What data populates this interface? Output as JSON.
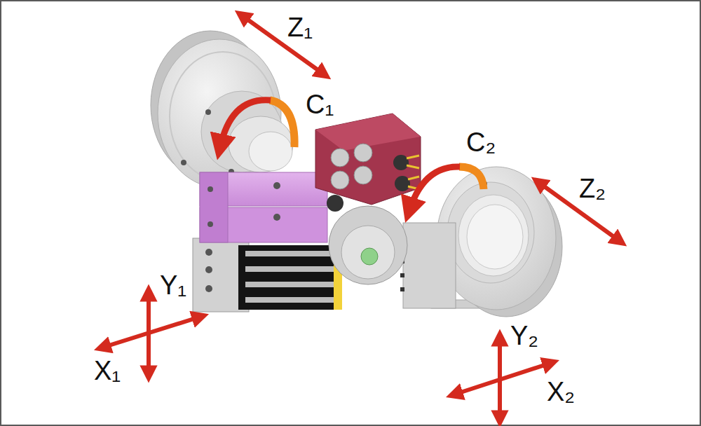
{
  "diagram": {
    "labels": [
      "Z₁",
      "C₁",
      "C₂",
      "Z₂",
      "Y₁",
      "X₁",
      "Y₂",
      "X₂"
    ]
  }
}
